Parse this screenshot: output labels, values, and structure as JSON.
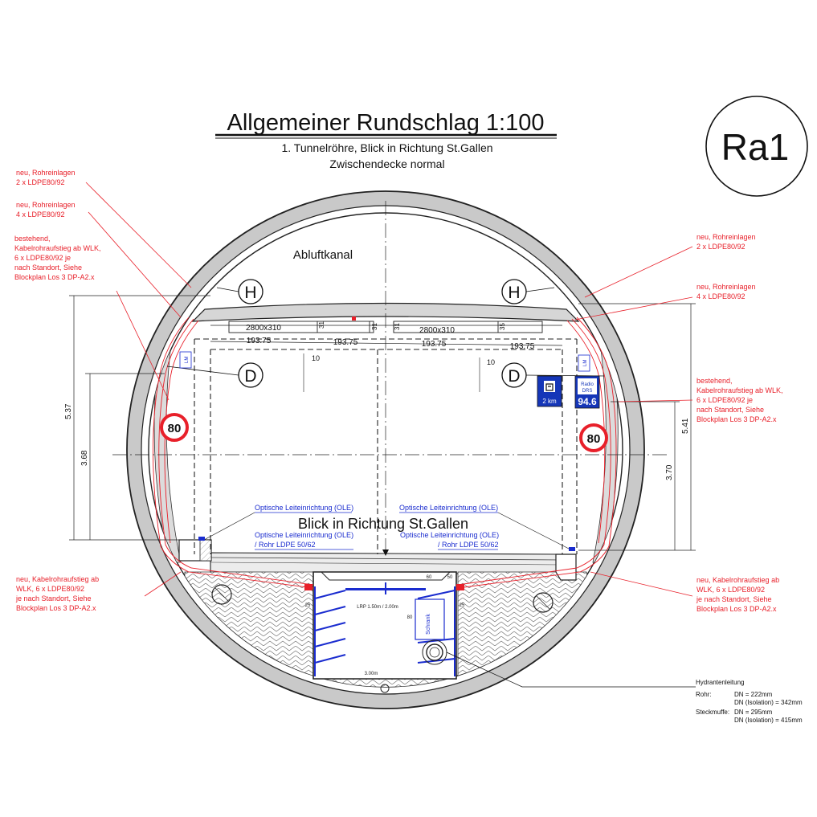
{
  "header": {
    "title": "Allgemeiner Rundschlag 1:100",
    "subtitle1": "1. Tunnelröhre, Blick in Richtung St.Gallen",
    "subtitle2": "Zwischendecke normal",
    "badge": "Ra1"
  },
  "labels": {
    "abluftkanal": "Abluftkanal",
    "blick": "Blick in Richtung St.Gallen",
    "h": "H",
    "d": "D",
    "speed": "80",
    "lm": "LM",
    "km": "2 km",
    "radio_top": "Radio",
    "radio_mid": "DRS",
    "radio_freq": "94.6",
    "ole": "Optische Leiteinrichtung (OLE)",
    "ole_rohr": "/ Rohr LDPE 50/62",
    "lrp": "LRP 1.50m / 2.00m",
    "schrank": "Schrank",
    "width_300": "3.00m"
  },
  "dimensions": {
    "box": "2800x310",
    "d193": "193.75",
    "d10": "10",
    "d31": "31",
    "d35": "35",
    "h537": "5.37",
    "h368": "3.68",
    "h541": "5.41",
    "h370": "3.70",
    "s60": "60",
    "s50": "50",
    "s25": "25",
    "s80": "80"
  },
  "annotations": {
    "left1": [
      "neu,  Rohreinlagen",
      "2 x LDPE80/92"
    ],
    "left2": [
      "neu,  Rohreinlagen",
      "4 x LDPE80/92"
    ],
    "left3": [
      "bestehend,",
      "Kabelrohraufstieg ab WLK,",
      "6 x LDPE80/92 je",
      "nach Standort, Siehe",
      "Blockplan Los 3 DP-A2.x"
    ],
    "left4": [
      "neu, Kabelrohraufstieg ab",
      "WLK, 6 x LDPE80/92",
      "je nach Standort, Siehe",
      "Blockplan Los 3 DP-A2.x"
    ],
    "right1": [
      "neu,  Rohreinlagen",
      "2 x LDPE80/92"
    ],
    "right2": [
      "neu,  Rohreinlagen",
      "4 x LDPE80/92"
    ],
    "right3": [
      "bestehend,",
      "Kabelrohraufstieg ab WLK,",
      "6 x LDPE80/92 je",
      "nach Standort, Siehe",
      "Blockplan Los 3 DP-A2.x"
    ],
    "right4": [
      "neu, Kabelrohraufstieg ab",
      "WLK, 6 x LDPE80/92",
      "je nach Standort, Siehe",
      "Blockplan Los 3 DP-A2.x"
    ]
  },
  "hydrant": {
    "title": "Hydrantenleitung",
    "rohr_label": "Rohr:",
    "rohr_dn": "DN = 222mm",
    "rohr_iso": "DN (Isolation) = 342mm",
    "muffe_label": "Steckmuffe:",
    "muffe_dn": "DN = 295mm",
    "muffe_iso": "DN (Isolation) = 415mm"
  },
  "colors": {
    "annotation": "#e8202a",
    "ole": "#1a2ccf",
    "sign_blue": "#1536b8",
    "lining": "#c9c9c9"
  }
}
